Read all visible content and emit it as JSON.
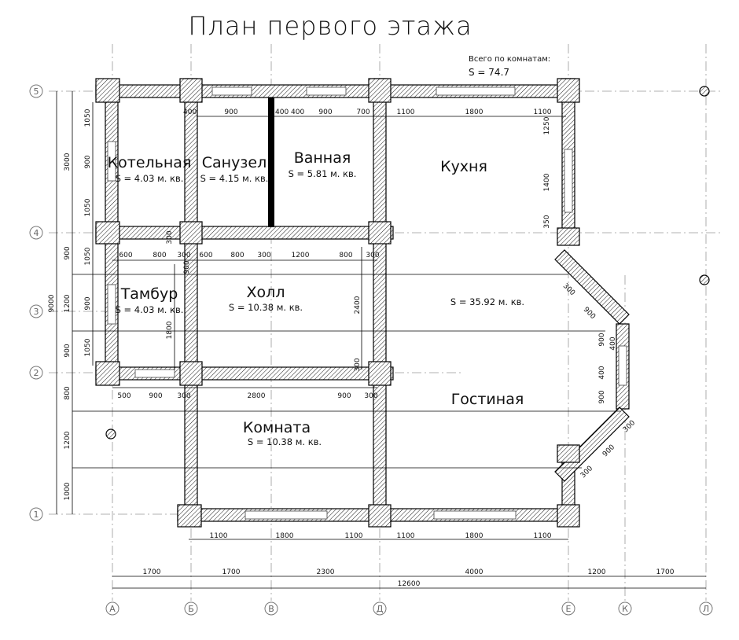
{
  "title": "План первого этажа",
  "total": {
    "label": "Всего по комнатам:",
    "value": "S  =  74.7"
  },
  "rooms": {
    "kotelnaya": {
      "name": "Котельная",
      "area": "S  =  4.03 м. кв."
    },
    "sanuzel": {
      "name": "Санузел",
      "area": "S  =  4.15 м. кв."
    },
    "vannaya": {
      "name": "Ванная",
      "area": "S  =  5.81 м. кв."
    },
    "kuhnya": {
      "name": "Кухня"
    },
    "tambur": {
      "name": "Тамбур",
      "area": "S  =  4.03 м. кв."
    },
    "holl": {
      "name": "Холл",
      "area": "S  =  10.38 м. кв."
    },
    "gostinaya": {
      "name": "Гостиная",
      "area": "S  =  35.92 м. кв."
    },
    "komnata": {
      "name": "Комната",
      "area": "S  =  10.38 м. кв."
    }
  },
  "axes": {
    "rows": [
      "5",
      "4",
      "3",
      "2",
      "1"
    ],
    "cols": [
      "А",
      "Б",
      "В",
      "Д",
      "Е",
      "К",
      "Л"
    ]
  },
  "dims": {
    "top_row": [
      "400",
      "900",
      "400",
      "400",
      "900",
      "700",
      "1100",
      "1800",
      "1100"
    ],
    "mid_row": [
      "600",
      "800",
      "300",
      "600",
      "800",
      "300",
      "1200",
      "800",
      "300"
    ],
    "lower_row": [
      "500",
      "900",
      "300",
      "2800",
      "900",
      "300"
    ],
    "bottom_wall": [
      "1100",
      "1800",
      "1100",
      "1100",
      "1800",
      "1100"
    ],
    "axis_spans": [
      "1700",
      "1700",
      "2300",
      "4000",
      "1200",
      "1700"
    ],
    "overall_width": "12600",
    "left_inner": [
      "1050",
      "900",
      "1050",
      "1050",
      "900",
      "1050"
    ],
    "left_mid": [
      "3000",
      "900",
      "1200",
      "900",
      "800",
      "1200",
      "1000"
    ],
    "overall_height": "9000",
    "vertical_misc": [
      "900",
      "300",
      "2400",
      "300",
      "1800"
    ],
    "kitchen_right": [
      "1250",
      "1400",
      "350"
    ],
    "bay": [
      "900",
      "300",
      "900",
      "400",
      "900",
      "400",
      "300",
      "900",
      "300"
    ]
  }
}
